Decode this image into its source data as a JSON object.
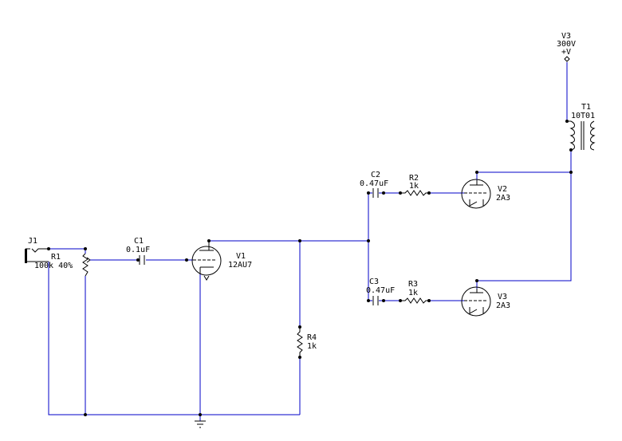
{
  "colors": {
    "wire": "#0000c8",
    "component": "#000000",
    "background": "#ffffff"
  },
  "components": {
    "j1": {
      "ref": "J1"
    },
    "r1": {
      "ref": "R1",
      "value": "100k 40%"
    },
    "c1": {
      "ref": "C1",
      "value": "0.1uF"
    },
    "v1": {
      "ref": "V1",
      "value": "12AU7"
    },
    "r4": {
      "ref": "R4",
      "value": "1k"
    },
    "c2": {
      "ref": "C2",
      "value": "0.47uF"
    },
    "r2": {
      "ref": "R2",
      "value": "1k"
    },
    "v2": {
      "ref": "V2",
      "value": "2A3"
    },
    "c3": {
      "ref": "C3",
      "value": "0.47uF"
    },
    "r3": {
      "ref": "R3",
      "value": "1k"
    },
    "v3": {
      "ref": "V3",
      "value": "2A3"
    },
    "t1": {
      "ref": "T1",
      "value": "10T01"
    },
    "supply": {
      "ref": "V3",
      "value": "300V",
      "symbol": "+V"
    }
  }
}
